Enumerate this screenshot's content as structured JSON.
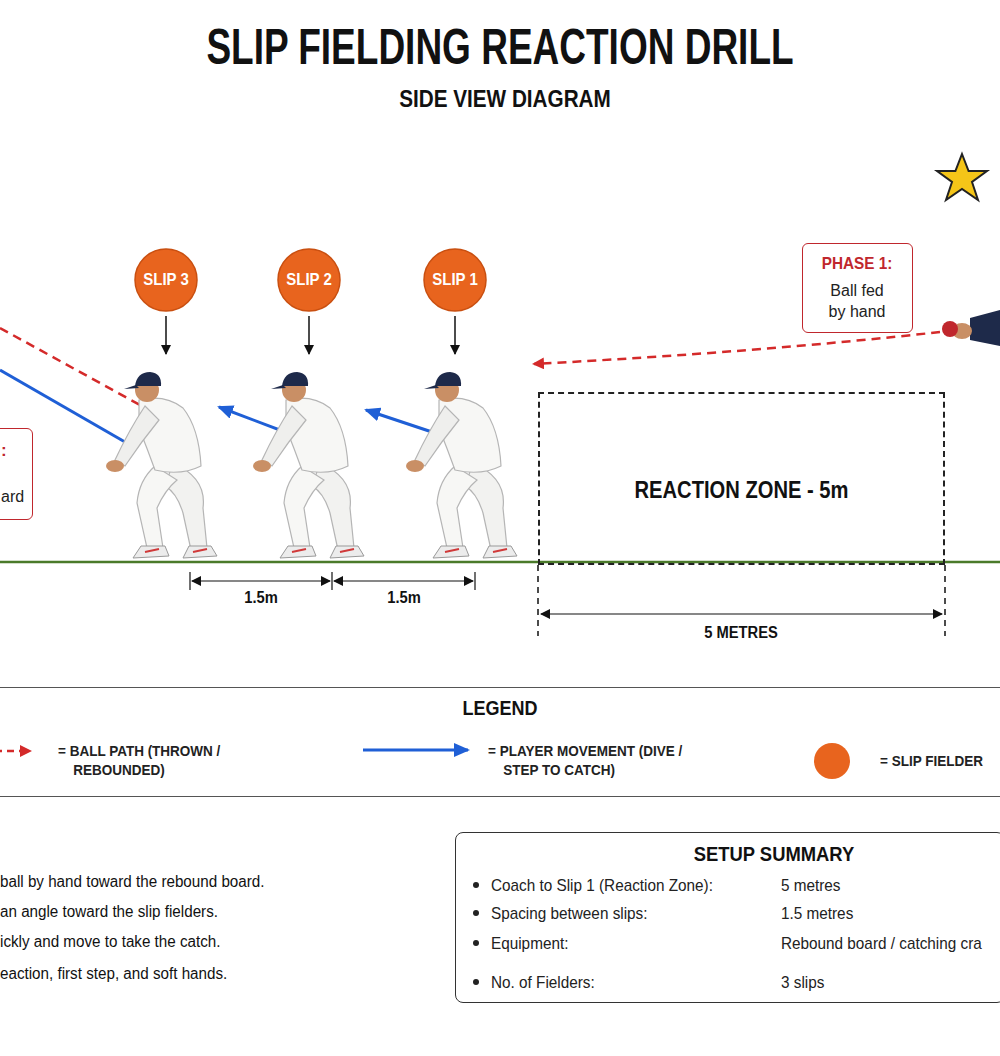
{
  "diagram": {
    "title": "SLIP FIELDING REACTION DRILL",
    "nodes": [
      {
        "text": [
          "SLIP 3"
        ]
      },
      {
        "text": [
          "SLIP 2"
        ]
      },
      {
        "text": [
          "SLIP 1"
        ]
      },
      {
        "text": [
          "PHASE 1:",
          "Ball fed by hand"
        ]
      },
      {
        "text": [
          ":",
          "ard"
        ]
      },
      {
        "text": [
          "REACTION ZONE - 5m"
        ]
      },
      {
        "text": [
          "LEGEND"
        ]
      },
      {
        "text": [
          "SETUP SUMMARY",
          "Coach to Slip 1 (Reaction Zone):",
          "5 metres",
          "Spacing between slips:",
          "1.5 metres",
          "Equipment:",
          "Rebound board / catching cra",
          "No. of Fielders:",
          "3 slips"
        ]
      }
    ],
    "labels": [
      "SIDE VIEW DIAGRAM",
      "1.5m",
      "1.5m",
      "5 METRES",
      "ball by hand toward the rebound board.",
      "an angle toward the slip fielders.",
      "ickly and move to take the catch.",
      "eaction, first step, and soft hands."
    ],
    "legend": [
      {
        "text": "= BALL PATH (THROWN / REBOUNDED)"
      },
      {
        "text": "= PLAYER MOVEMENT (DIVE / STEP TO CATCH)"
      },
      {
        "text": "= SLIP FIELDER",
        "color": "#e8641e"
      }
    ]
  }
}
